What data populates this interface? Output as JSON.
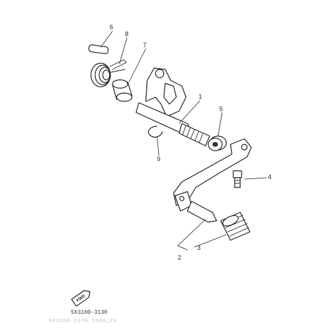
{
  "callouts": [
    {
      "id": "1",
      "label": "1"
    },
    {
      "id": "2",
      "label": "2"
    },
    {
      "id": "3",
      "label": "3"
    },
    {
      "id": "4",
      "label": "4"
    },
    {
      "id": "5",
      "label": "5"
    },
    {
      "id": "6",
      "label": "6"
    },
    {
      "id": "7",
      "label": "7"
    },
    {
      "id": "8",
      "label": "8"
    },
    {
      "id": "9",
      "label": "9"
    }
  ],
  "fwd_badge": "FWD",
  "reference_code": "5X3100-3130",
  "footer_faint": "5X3100-3130  5X4A,2X"
}
